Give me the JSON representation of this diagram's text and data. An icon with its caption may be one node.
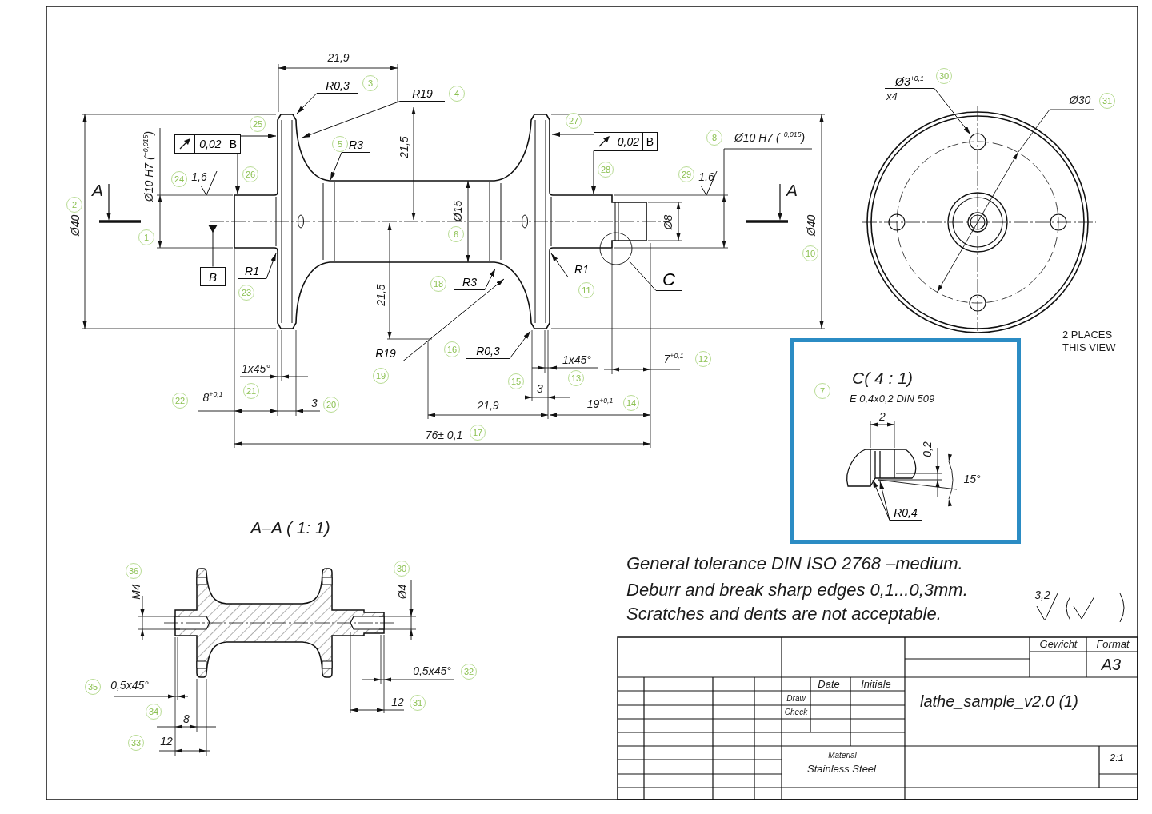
{
  "diagram": {
    "nodes": [
      {
        "text": [
          "0,02",
          "B"
        ]
      },
      {
        "text": [
          "B"
        ]
      },
      {
        "text": [
          "0,02",
          "B"
        ]
      },
      {
        "text": [
          "R0,3"
        ]
      },
      {
        "text": [
          "R19"
        ]
      },
      {
        "text": [
          "R3"
        ]
      },
      {
        "text": [
          "R1"
        ]
      },
      {
        "text": [
          "R3"
        ]
      },
      {
        "text": [
          "R1"
        ]
      },
      {
        "text": [
          "C"
        ]
      },
      {
        "text": [
          "R19"
        ]
      },
      {
        "text": [
          "R0,3"
        ]
      },
      {
        "text": [
          "Ø3$^{+0,1}$"
        ],
        "beside": [
          "x4"
        ]
      },
      {
        "text": [
          "C( 4 : 1)",
          "E 0,4x0,2 DIN 509"
        ]
      },
      {
        "text": [
          "R0,4"
        ],
        "in": 13
      },
      {
        "text": [],
        "shape": "picture"
      },
      {
        "text": [],
        "shape": "picture"
      },
      {
        "text": [],
        "shape": "picture",
        "in": 13
      }
    ],
    "edges": [
      {
        "from": 0,
        "to": 15,
        "arrow": "to"
      },
      {
        "from": 0,
        "to": 15,
        "arrow": "to"
      },
      {
        "from": 1,
        "to": 15,
        "arrow": "other"
      },
      {
        "from": 2,
        "to": 15,
        "arrow": "to"
      },
      {
        "from": 2,
        "to": 15,
        "arrow": "to"
      },
      {
        "from": 3,
        "to": 15,
        "arrow": "to"
      },
      {
        "from": 4,
        "to": 15,
        "arrow": "to"
      },
      {
        "from": 5,
        "to": 15,
        "arrow": "to"
      },
      {
        "from": 6,
        "to": 15,
        "arrow": "to"
      },
      {
        "from": 7,
        "to": 15,
        "arrow": "to"
      },
      {
        "from": 8,
        "to": 15,
        "arrow": "to"
      },
      {
        "from": 9,
        "to": 15,
        "arrow": "none"
      },
      {
        "from": 10,
        "to": 15,
        "arrow": "to"
      },
      {
        "from": 11,
        "to": 15,
        "arrow": "to"
      },
      {
        "from": 12,
        "to": 16,
        "arrow": "to"
      },
      {
        "from": 14,
        "to": 17,
        "arrow": "to"
      },
      {
        "from": 14,
        "to": 17,
        "arrow": "to"
      }
    ],
    "labels": [
      "21,9",
      "3",
      "4",
      "25",
      "24",
      "1,6",
      "26",
      "Ø10 H7 ($^{+0,015}$)",
      "A",
      "2",
      "Ø40",
      "1",
      "5",
      "21,5",
      "Ø15",
      "6",
      "27",
      "28",
      "8",
      "Ø10 H7 ($^{+0,015}$)",
      "29",
      "1,6",
      "A",
      "Ø8",
      "Ø40",
      "10",
      "23",
      "21,5",
      "18",
      "11",
      "19",
      "16",
      "1x45°",
      "21",
      "22",
      "8$^{+0,1}$",
      "3",
      "20",
      "1x45°",
      "13",
      "15",
      "3",
      "7$^{+0,1}$",
      "12",
      "21,9",
      "19$^{+0,1}$",
      "14",
      "76± 0,1",
      "17",
      "30",
      "Ø30",
      "31",
      "2 PLACES THIS VIEW",
      "7",
      "2",
      "0,2",
      "15°",
      "A–A ( 1: 1)",
      "36",
      "M4",
      "30",
      "Ø4",
      "General tolerance DIN ISO 2768 –medium.",
      "Deburr and break sharp edges 0,1...0,3mm.",
      "Scratches and dents are not acceptable.",
      "3,2",
      "0,5x45°",
      "32",
      "35",
      "0,5x45°",
      "12",
      "31",
      "34",
      "8",
      "33",
      "12",
      "Gewicht",
      "Format",
      "A3",
      "Date",
      "Initiale",
      "Draw",
      "Check",
      "lathe_sample_v2.0 (1)",
      "Material",
      "Stainless Steel",
      "2:1"
    ]
  }
}
